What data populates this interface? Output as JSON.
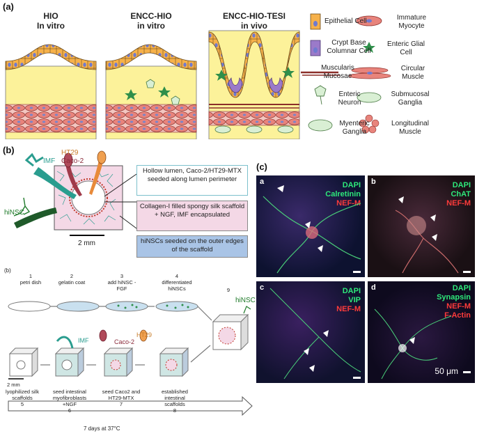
{
  "panel_a": {
    "letter": "(a)",
    "titles": [
      {
        "line1": "HIO",
        "line2": "In vitro"
      },
      {
        "line1": "ENCC-HIO",
        "line2": "in vitro"
      },
      {
        "line1": "ENCC-HIO-TESI",
        "line2": "in vivo"
      }
    ],
    "legend": [
      {
        "label": "Epithelial Cell"
      },
      {
        "label": "Immature Myocyte"
      },
      {
        "label": "Crypt Base Columnar Cell"
      },
      {
        "label": "Enteric Glial Cell"
      },
      {
        "label": "Muscularis Mucosae"
      },
      {
        "label": "Circular Muscle"
      },
      {
        "label": "Enteric Neuron"
      },
      {
        "label": "Submucosal Ganglia"
      },
      {
        "label": "Myenteric Ganglia"
      },
      {
        "label": "Longitudinal Muscle"
      }
    ]
  },
  "panel_b": {
    "letter": "(b)",
    "labels": {
      "imf": "IMF",
      "ht29": "HT29",
      "caco2": "Caco-2",
      "hinsc": "hiNSC",
      "scale": "2 mm"
    },
    "boxes": [
      "Hollow lumen, Caco-2/HT29-MTX seeded along lumen perimeter",
      "Collagen-I filled spongy silk scaffold + NGF, IMF encapsulated",
      "hiNSCs seeded on the outer edges of the scaffold"
    ]
  },
  "panel_b2": {
    "letter": "(b)",
    "steps_top": [
      {
        "num": "1",
        "text": "petri dish"
      },
      {
        "num": "2",
        "text": "gelatin coat"
      },
      {
        "num": "3",
        "text": "add hiNSC -FGF"
      },
      {
        "num": "4",
        "text": "differentiated hiNSCs"
      }
    ],
    "step9": {
      "num": "9",
      "label": "hiNSC"
    },
    "steps_bottom": [
      {
        "num": "5",
        "text": "lyophilized silk scaffolds"
      },
      {
        "num": "6",
        "text": "seed intestinal myofibroblasts +NGF"
      },
      {
        "num": "7",
        "text": "seed Caco2 and HT29-MTX"
      },
      {
        "num": "8",
        "text": "established intestinal scaffolds"
      }
    ],
    "labels": {
      "imf": "IMF",
      "ht29": "HT29",
      "caco2": "Caco-2",
      "scale": "2 mm"
    },
    "timeline": "7 days at 37°C"
  },
  "panel_c": {
    "letter": "(c)",
    "images": [
      {
        "letter": "a",
        "stains": [
          {
            "t": "DAPI",
            "c": "#2ee87a"
          },
          {
            "t": "Calretinin",
            "c": "#2ee87a"
          },
          {
            "t": "NEF-M",
            "c": "#ff3b3b"
          }
        ]
      },
      {
        "letter": "b",
        "stains": [
          {
            "t": "DAPI",
            "c": "#2ee87a"
          },
          {
            "t": "ChAT",
            "c": "#2ee87a"
          },
          {
            "t": "NEF-M",
            "c": "#ff3b3b"
          }
        ]
      },
      {
        "letter": "c",
        "stains": [
          {
            "t": "DAPI",
            "c": "#2ee87a"
          },
          {
            "t": "VIP",
            "c": "#2ee87a"
          },
          {
            "t": "NEF-M",
            "c": "#ff3b3b"
          }
        ]
      },
      {
        "letter": "d",
        "stains": [
          {
            "t": "DAPI",
            "c": "#2ee87a"
          },
          {
            "t": "Synapsin",
            "c": "#2ee87a"
          },
          {
            "t": "NEF-M",
            "c": "#ff3b3b"
          },
          {
            "t": "F-Actin",
            "c": "#ff3b3b"
          }
        ]
      }
    ],
    "scale_label": "50 μm"
  }
}
